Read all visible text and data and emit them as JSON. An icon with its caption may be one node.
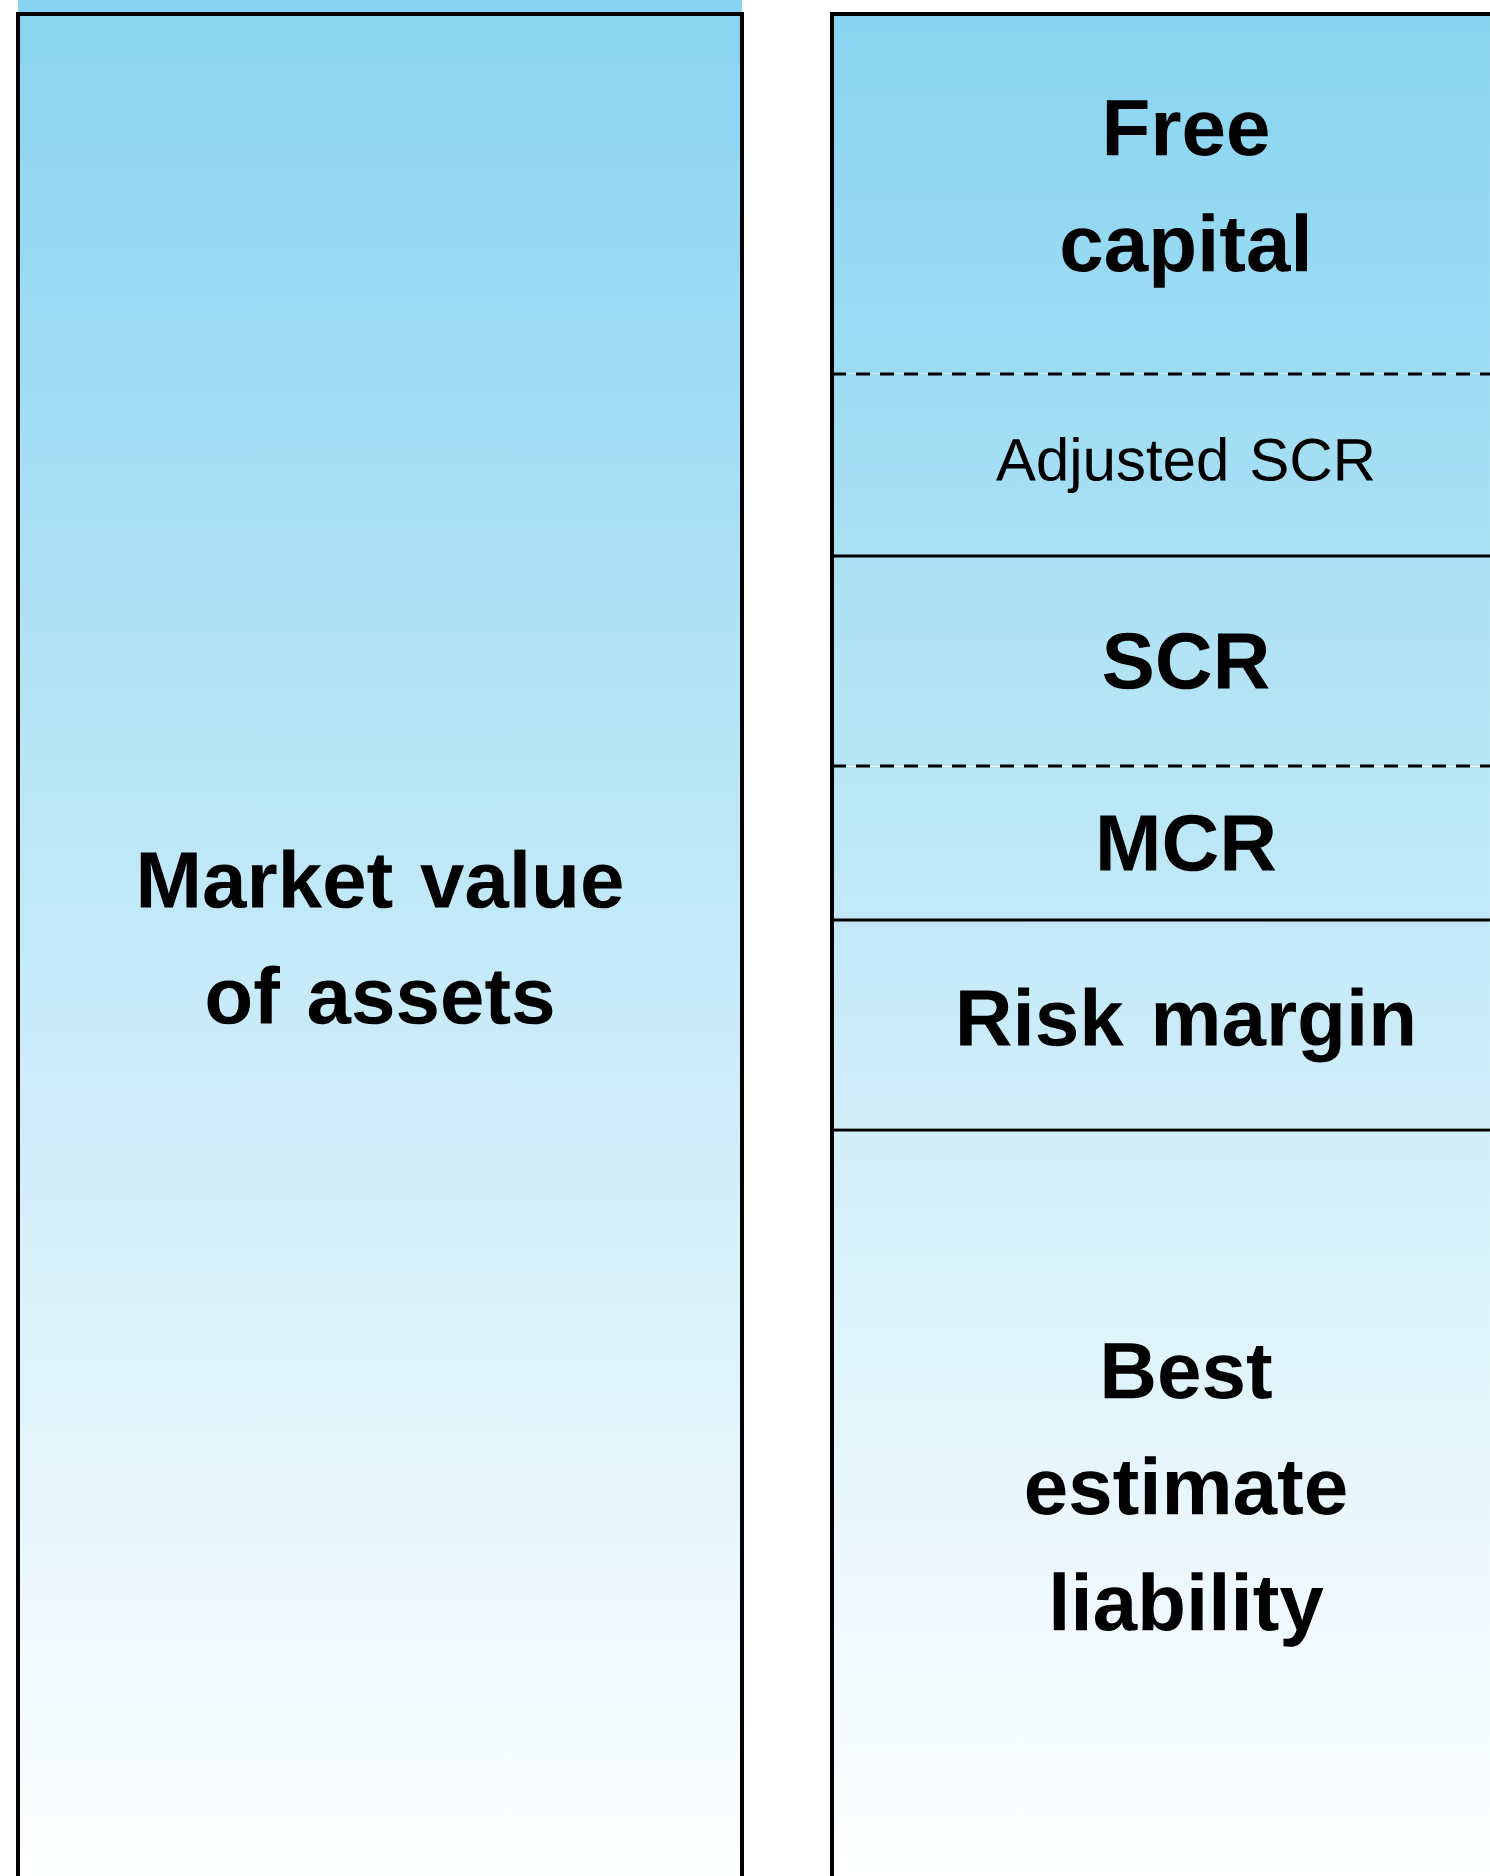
{
  "diagram": {
    "nodes": [
      {
        "text": [
          "Market value of assets"
        ]
      },
      {
        "text": [
          "Free capital"
        ]
      },
      {
        "text": [
          "Adjusted SCR"
        ]
      },
      {
        "text": [
          "SCR"
        ]
      },
      {
        "text": [
          "MCR"
        ]
      },
      {
        "text": [
          "Risk margin"
        ]
      },
      {
        "text": [
          "Best estimate liability"
        ]
      }
    ]
  }
}
